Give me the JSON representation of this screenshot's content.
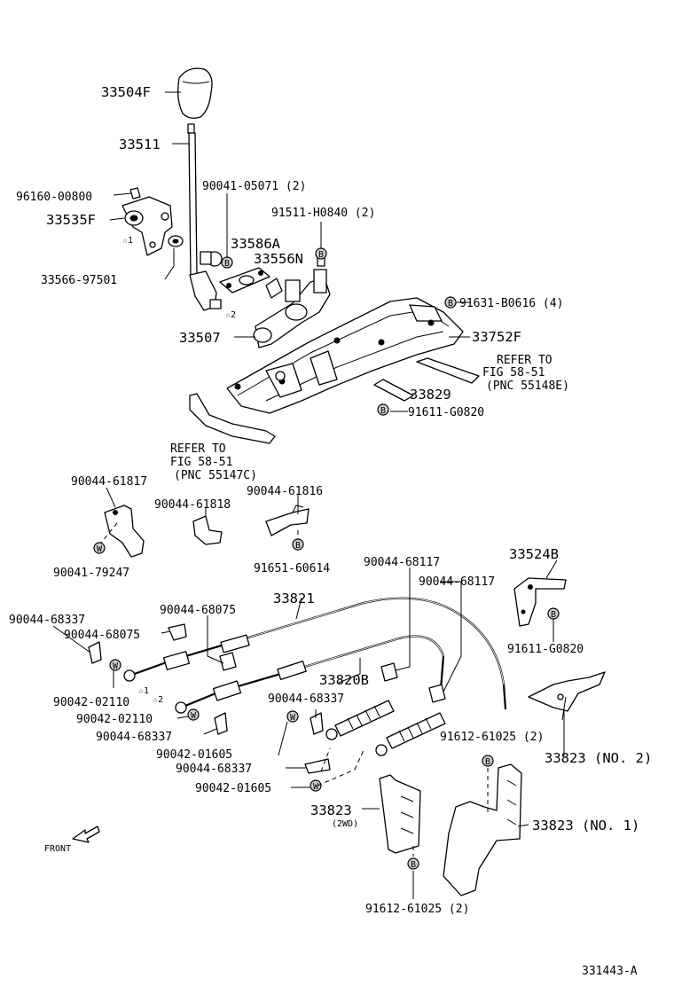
{
  "labels": {
    "p33504F": "33504F",
    "p33511": "33511",
    "p96160": "96160-00800",
    "p33535F": "33535F",
    "star1a": "☆1",
    "p33566": "33566-97501",
    "p90041_05071": "90041-05071 (2)",
    "p91511": "91511-H0840 (2)",
    "p33586A": "33586A",
    "p33556N": "33556N",
    "star2a": "☆2",
    "p33507": "33507",
    "p91631": "91631-B0616 (4)",
    "p33752F": "33752F",
    "refer1_l1": "REFER TO",
    "refer1_l2": "FIG 58-51",
    "refer1_l3": "(PNC 55148E)",
    "p33829": "33829",
    "p91611_a": "91611-G0820",
    "refer2_l1": "REFER TO",
    "refer2_l2": "FIG 58-51",
    "refer2_l3": "(PNC 55147C)",
    "p90044_61817": "90044-61817",
    "p90044_61816": "90044-61816",
    "p90044_61818": "90044-61818",
    "p90041_79247": "90041-79247",
    "p91651": "91651-60614",
    "p90044_68117a": "90044-68117",
    "p33524B": "33524B",
    "p90044_68117b": "90044-68117",
    "p33821": "33821",
    "p90044_68075a": "90044-68075",
    "p90044_68337a": "90044-68337",
    "p90044_68075b": "90044-68075",
    "p91611_b": "91611-G0820",
    "p33820B": "33820B",
    "p90042_02110a": "90042-02110",
    "star1b": "☆1",
    "star2b": "☆2",
    "p90042_02110b": "90042-02110",
    "p90044_68337b": "90044-68337",
    "p90044_68337c": "90044-68337",
    "p91612_a": "91612-61025 (2)",
    "p90042_01605a": "90042-01605",
    "p33823_no2": "33823 (NO. 2)",
    "p90044_68337d": "90044-68337",
    "p90042_01605b": "90042-01605",
    "p33823_2wd": "33823",
    "txt_2wd": "(2WD)",
    "p33823_no1": "33823 (NO. 1)",
    "front": "FRONT",
    "p91612_b": "91612-61025 (2)",
    "fig_id": "331443-A"
  },
  "icons": {
    "bolt_letter": "B",
    "washer_letter": "W"
  }
}
